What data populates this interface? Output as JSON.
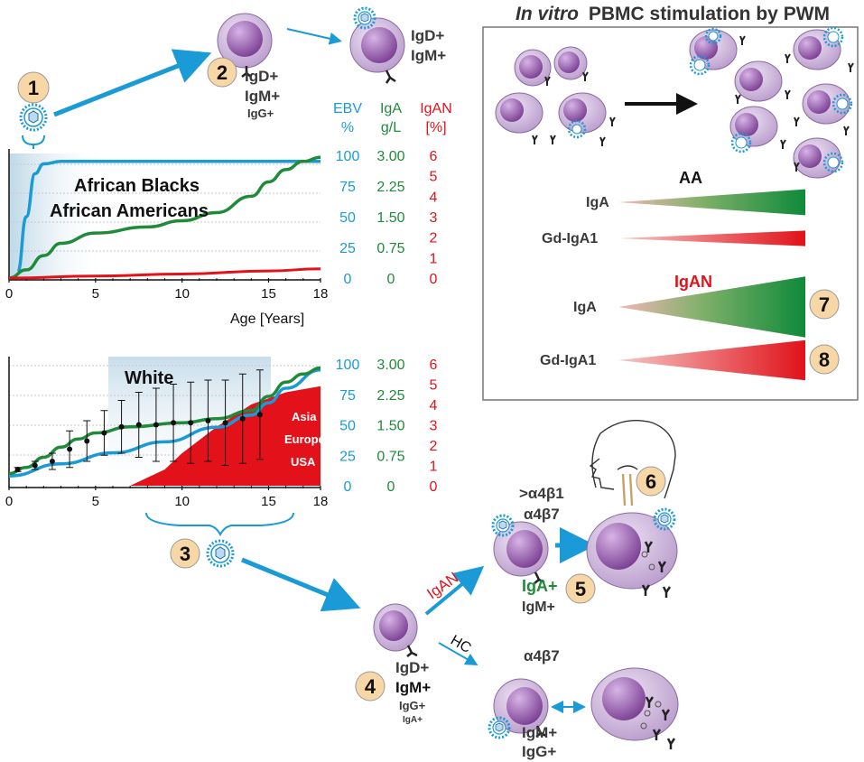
{
  "colors": {
    "ebv": "#1a9ad6",
    "iga": "#1f8a3a",
    "igan": "#e3121a",
    "cell": "#c9b0d8",
    "nucleus": "#8a4fa0",
    "badge": "#f8d7a6",
    "text": "#3a3a3a"
  },
  "steps": {
    "s1": "1",
    "s2": "2",
    "s3": "3",
    "s4": "4",
    "s5": "5",
    "s6": "6",
    "s7": "7",
    "s8": "8"
  },
  "cell_labels": {
    "c2": [
      "IgD+",
      "IgM+",
      "IgG+"
    ],
    "c2b": [
      "IgD+",
      "IgM+"
    ],
    "c4": [
      "IgD+",
      "IgM+",
      "IgG+",
      "IgA+"
    ],
    "c5_integrins": [
      ">α4β1",
      "α4β7"
    ],
    "c5_isotypes": [
      "IgA+",
      "IgM+"
    ],
    "hc_integrin": "α4β7",
    "hc_isotypes": [
      "IgM+",
      "IgG+"
    ]
  },
  "arrow_labels": {
    "igan": "IgAN",
    "hc": "HC"
  },
  "axis_headers": {
    "ebv": [
      "EBV",
      "%"
    ],
    "iga": [
      "IgA",
      "g/L"
    ],
    "igan": [
      "IgAN",
      "[%]"
    ]
  },
  "right_axes": {
    "ebv": [
      "100",
      "75",
      "50",
      "25",
      "0"
    ],
    "iga": [
      "3.00",
      "2.25",
      "1.50",
      "0.75",
      "0"
    ],
    "igan": [
      "6",
      "5",
      "4",
      "3",
      "2",
      "1",
      "0"
    ]
  },
  "chart_data": [
    {
      "type": "line",
      "title": "African Blacks",
      "subtitle": "African Americans",
      "xlabel": "Age [Years]",
      "xlim": [
        0,
        18
      ],
      "ylim": [
        0,
        100
      ],
      "x_ticks": [
        "0",
        "5",
        "10",
        "15",
        "18"
      ],
      "series": [
        {
          "name": "EBV %",
          "x": [
            0.5,
            1,
            1.5,
            2,
            3,
            5,
            10,
            15,
            18
          ],
          "values": [
            5,
            50,
            85,
            93,
            95,
            95,
            95,
            95,
            95
          ]
        },
        {
          "name": "IgA g/L",
          "x": [
            0,
            1,
            2,
            3,
            5,
            8,
            10,
            12,
            14,
            15,
            16,
            17,
            18
          ],
          "values": [
            0,
            0.2,
            0.55,
            0.85,
            1.1,
            1.25,
            1.4,
            1.6,
            2.0,
            2.35,
            2.65,
            2.85,
            2.95
          ]
        },
        {
          "name": "IgAN %",
          "x": [
            0,
            5,
            10,
            15,
            18
          ],
          "values": [
            0,
            0.1,
            0.2,
            0.35,
            0.45
          ]
        }
      ]
    },
    {
      "type": "line",
      "title": "White",
      "xlim": [
        0,
        18
      ],
      "ylim": [
        0,
        100
      ],
      "x_ticks": [
        "0",
        "5",
        "10",
        "15",
        "18"
      ],
      "region_labels": [
        "Asia",
        "Europe",
        "USA"
      ],
      "series": [
        {
          "name": "EBV %",
          "x": [
            0,
            3,
            6,
            9,
            12,
            14,
            15,
            16,
            18
          ],
          "values": [
            8,
            18,
            27,
            36,
            48,
            58,
            68,
            80,
            95
          ]
        },
        {
          "name": "IgA g/L",
          "x": [
            0,
            1,
            2,
            3,
            4,
            5,
            7,
            10,
            12,
            14,
            15,
            16,
            17,
            18
          ],
          "values": [
            0.3,
            0.45,
            0.7,
            0.95,
            1.15,
            1.3,
            1.45,
            1.55,
            1.65,
            1.85,
            2.2,
            2.55,
            2.75,
            2.9
          ]
        },
        {
          "name": "IgAN %",
          "x": [
            7,
            9,
            10,
            12,
            14,
            16,
            18
          ],
          "values": [
            0,
            0.8,
            1.6,
            2.9,
            4.0,
            4.6,
            4.9
          ]
        },
        {
          "name": "IgA mean",
          "x": [
            0.5,
            1.5,
            2.5,
            3.5,
            4.5,
            5.5,
            6.5,
            7.5,
            8.5,
            9.5,
            10.5,
            11.5,
            12.5,
            13.5,
            14.5
          ],
          "values": [
            0.4,
            0.5,
            0.6,
            0.9,
            1.1,
            1.3,
            1.45,
            1.5,
            1.5,
            1.55,
            1.55,
            1.6,
            1.55,
            1.65,
            1.75
          ],
          "error": [
            0.05,
            0.1,
            0.2,
            0.45,
            0.5,
            0.55,
            0.65,
            0.8,
            0.9,
            0.95,
            1.0,
            1.0,
            1.05,
            1.1,
            1.1
          ]
        }
      ]
    },
    {
      "type": "area",
      "title_italic": "In vitro",
      "title": "PBMC stimulation by PWM",
      "groups": [
        {
          "name": "AA",
          "rows": [
            {
              "label": "IgA",
              "height": 1.0,
              "color": "green"
            },
            {
              "label": "Gd-IgA1",
              "height": 0.6,
              "color": "red"
            }
          ]
        },
        {
          "name": "IgAN",
          "rows": [
            {
              "label": "IgA",
              "height": 2.5,
              "color": "green"
            },
            {
              "label": "Gd-IgA1",
              "height": 1.45,
              "color": "red"
            }
          ]
        }
      ]
    }
  ]
}
